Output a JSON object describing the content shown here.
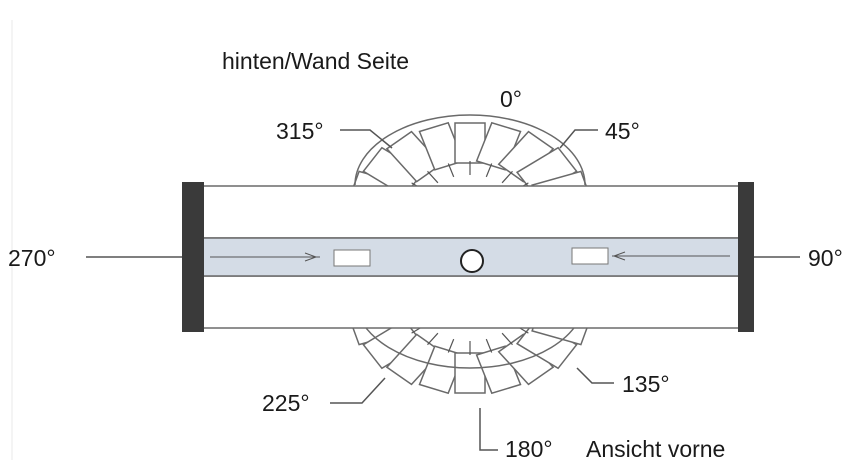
{
  "labels": {
    "top_caption": "hinten/Wand Seite",
    "deg_0": "0°",
    "deg_45": "45°",
    "deg_90": "90°",
    "deg_135": "135°",
    "deg_180": "180°",
    "deg_225": "225°",
    "deg_270": "270°",
    "deg_315": "315°",
    "bottom_caption": "Ansicht vorne"
  },
  "colors": {
    "line": "#555555",
    "endcap": "#3a3a3a",
    "bar_fill": "#d4dce6",
    "sector_stroke": "#6a6a6a",
    "text": "#1a1a1a"
  }
}
